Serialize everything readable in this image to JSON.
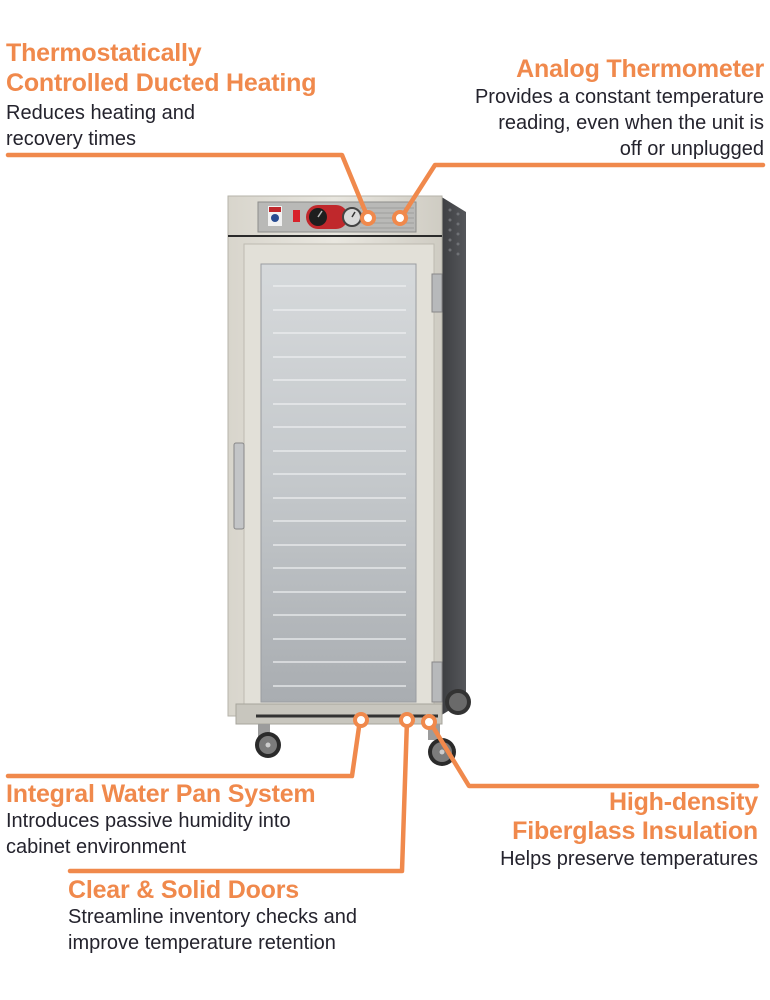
{
  "accent_color": "#f0894c",
  "text_color": "#24232d",
  "product": {
    "name": "holding-cabinet",
    "shelf_count": 18,
    "control_panel": {
      "logo": "C5",
      "switch_color": "#d8222a",
      "dial_panel_color": "#c0282c"
    }
  },
  "features": [
    {
      "id": "ducted-heating",
      "title_lines": [
        "Thermostatically",
        "Controlled Ducted Heating"
      ],
      "desc_lines": [
        "Reduces heating and",
        "recovery times"
      ]
    },
    {
      "id": "analog-thermometer",
      "title_lines": [
        "Analog Thermometer"
      ],
      "desc_lines": [
        "Provides a constant temperature",
        "reading, even when the unit is",
        "off or unplugged"
      ]
    },
    {
      "id": "water-pan",
      "title_lines": [
        "Integral Water Pan System"
      ],
      "desc_lines": [
        "Introduces passive humidity into",
        "cabinet environment"
      ]
    },
    {
      "id": "doors",
      "title_lines": [
        "Clear & Solid Doors"
      ],
      "desc_lines": [
        "Streamline inventory checks and",
        "improve temperature retention"
      ]
    },
    {
      "id": "insulation",
      "title_lines": [
        "High-density",
        "Fiberglass Insulation"
      ],
      "desc_lines": [
        "Helps preserve temperatures"
      ]
    }
  ]
}
